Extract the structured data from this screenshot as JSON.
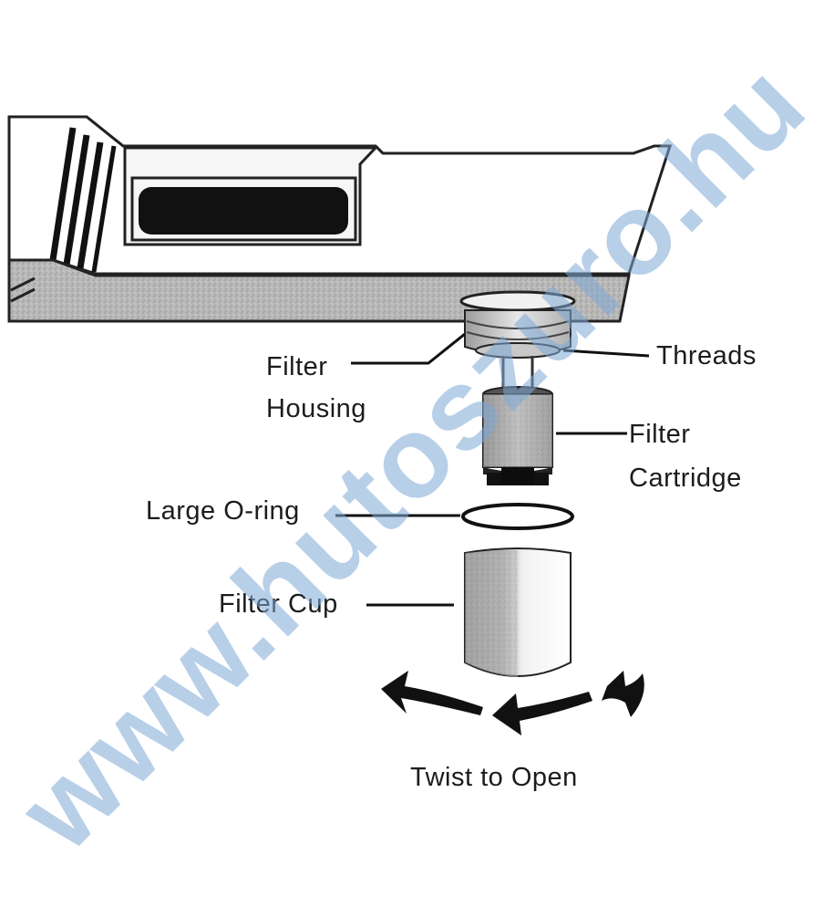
{
  "labels": {
    "threads": "Threads",
    "filter_housing_line1": "Filter",
    "filter_housing_line2": "Housing",
    "filter_cartridge_line1": "Filter",
    "filter_cartridge_line2": "Cartridge",
    "large_o_ring": "Large O-ring",
    "filter_cup": "Filter Cup",
    "twist_to_open": "Twist to Open"
  },
  "watermark": "www.hutoszuro.hu",
  "colors": {
    "ink": "#1c1c1c",
    "watermark": "#7fa9d6"
  }
}
